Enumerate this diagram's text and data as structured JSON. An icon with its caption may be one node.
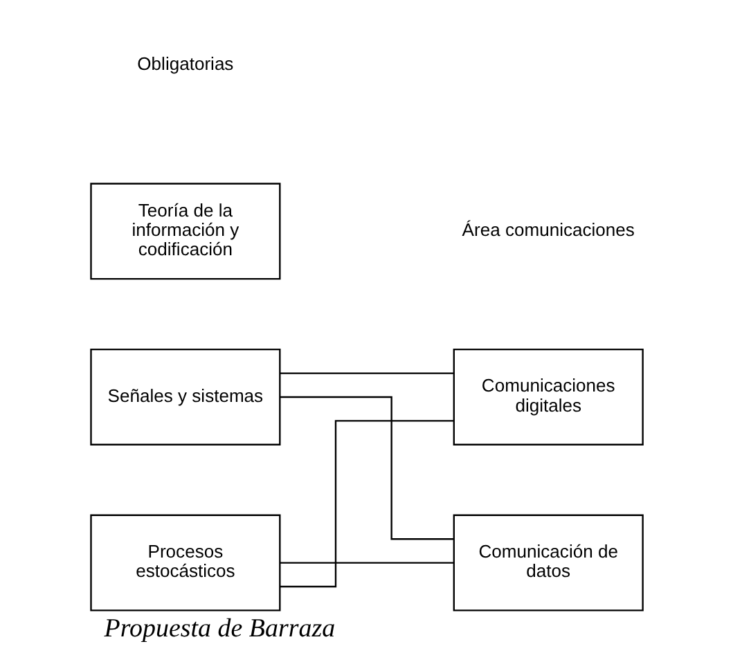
{
  "diagram": {
    "caption": "Propuesta de Barraza",
    "nodes": [
      {
        "text": [
          "Señales y sistemas"
        ]
      },
      {
        "text": [
          "Procesos estocásticos"
        ]
      },
      {
        "text": [
          "Teoría de la información y codificación"
        ]
      },
      {
        "text": [
          "Comunicaciones digitales"
        ]
      },
      {
        "text": [
          "Comunicación de datos"
        ]
      }
    ],
    "edges": [
      {
        "from": 0,
        "to": 3,
        "arrow": "none"
      },
      {
        "from": 0,
        "to": 4,
        "arrow": "none"
      },
      {
        "from": 1,
        "to": 3,
        "arrow": "none"
      },
      {
        "from": 1,
        "to": 4,
        "arrow": "none"
      }
    ],
    "labels": [
      "Obligatorias",
      "Área comunicaciones"
    ]
  }
}
